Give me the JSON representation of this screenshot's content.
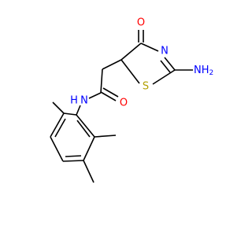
{
  "molecule": {
    "colors": {
      "bond": "#000000",
      "oxygen": "#ff0000",
      "nitrogen": "#0000ff",
      "sulfur": "#b2a000",
      "background": "#ffffff"
    },
    "labels": {
      "ketone_oxygen": "O",
      "ring_nitrogen": "N",
      "amine_nh2": "NH",
      "amine_sub": "2",
      "ring_sulfur": "S",
      "amide_oxygen": "O",
      "amide_nh": "H",
      "amide_n": "N"
    }
  }
}
